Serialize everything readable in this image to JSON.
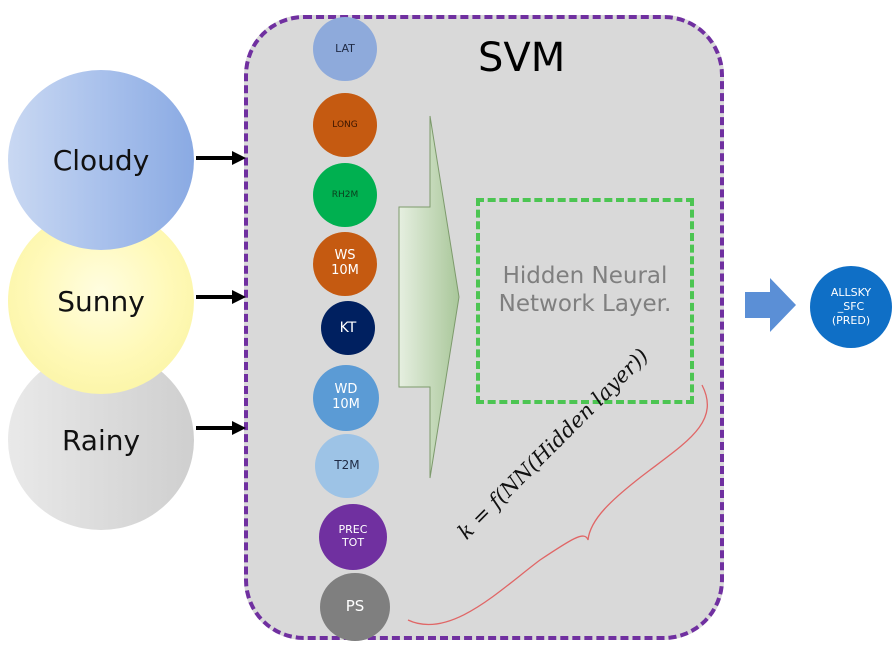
{
  "diagram": {
    "title": "SVM",
    "weather_inputs": [
      {
        "label": "Cloudy"
      },
      {
        "label": "Sunny"
      },
      {
        "label": "Rainy"
      }
    ],
    "features": [
      {
        "line1": "LAT",
        "line2": "",
        "color": "#8eaadb",
        "text_color": "#1f2a44"
      },
      {
        "line1": "LONG",
        "line2": "",
        "color": "#c55a11",
        "text_color": "#3b1500"
      },
      {
        "line1": "RH2M",
        "line2": "",
        "color": "#00b050",
        "text_color": "#0a3d1d"
      },
      {
        "line1": "WS",
        "line2": "10M",
        "color": "#c55a11",
        "text_color": "#ffffff"
      },
      {
        "line1": "KT",
        "line2": "",
        "color": "#002060",
        "text_color": "#ffffff"
      },
      {
        "line1": "WD",
        "line2": "10M",
        "color": "#5b9bd5",
        "text_color": "#ffffff"
      },
      {
        "line1": "T2M",
        "line2": "",
        "color": "#9dc3e6",
        "text_color": "#1f2a44"
      },
      {
        "line1": "PREC",
        "line2": "TOT",
        "color": "#7030a0",
        "text_color": "#ffffff"
      },
      {
        "line1": "PS",
        "line2": "",
        "color": "#7f7f7f",
        "text_color": "#ffffff"
      }
    ],
    "hidden_layer": {
      "line1": "Hidden Neural",
      "line2": "Network Layer."
    },
    "formula": "k = f(NN(Hidden layer))",
    "output": {
      "line1": "ALLSKY",
      "line2": "_SFC",
      "line3": "(PRED)"
    },
    "colors": {
      "svm_border": "#7030a0",
      "svm_fill": "#d9d9d9",
      "hidden_border": "#4cc552",
      "brace": "#e06666",
      "output_fill": "#0f6fc6",
      "arrow_blue": "#5b8fd6"
    }
  }
}
